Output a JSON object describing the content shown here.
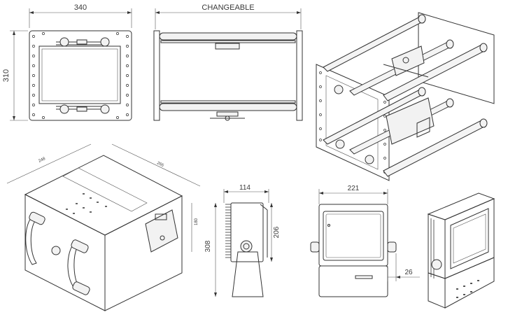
{
  "views": {
    "frame_front": {
      "width_dim": "340",
      "height_dim": "310"
    },
    "frame_side": {
      "width_label": "CHANGEABLE"
    },
    "enclosure_iso": {
      "dim_left": "248",
      "dim_right": "265",
      "dim_height": "180"
    },
    "monitor_side": {
      "width_dim": "114",
      "height_outer": "308",
      "height_inner": "206"
    },
    "monitor_front": {
      "width_dim": "221",
      "offset_dim": "26"
    }
  },
  "colors": {
    "line": "#333333",
    "text": "#3a3a3a",
    "background": "#ffffff"
  }
}
